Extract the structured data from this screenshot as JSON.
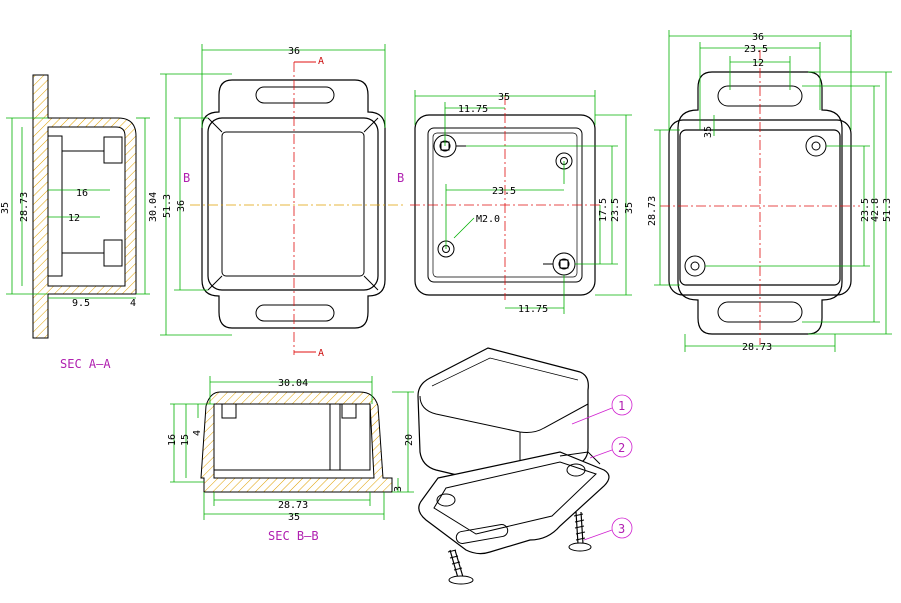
{
  "colors": {
    "outline": "#000000",
    "dimension": "#00b000",
    "centerline": "#e01010",
    "cut_line": "#e0a000",
    "hatch": "#e0a000",
    "label": "#b020b0",
    "callout": "#d020d0"
  },
  "views": {
    "sec_aa": {
      "label": "SEC A—A",
      "dims": {
        "d35": "35",
        "d2873": "28.73",
        "d16": "16",
        "d12": "12",
        "d3004": "30.04",
        "d95": "9.5",
        "d4": "4"
      }
    },
    "top": {
      "dims": {
        "d36w": "36",
        "d513": "51.3",
        "d36h": "36"
      },
      "cut_a_top": "A",
      "cut_a_bottom": "A",
      "cut_b_left": "B",
      "cut_b_right": "B"
    },
    "bottom": {
      "dims": {
        "d35": "35",
        "d1175a": "11.75",
        "d235": "23.5",
        "d175": "17.5",
        "d235v": "23.5",
        "d35v": "35",
        "d1175b": "11.75"
      },
      "screw_note": "M2.0"
    },
    "right": {
      "dims": {
        "d36": "36",
        "d235": "23.5",
        "d12": "12",
        "d35": "35",
        "d2873": "28.73",
        "d235v": "23.5",
        "d428": "42.8",
        "d513": "51.3",
        "d2873b": "28.73"
      }
    },
    "sec_bb": {
      "label": "SEC B—B",
      "dims": {
        "d3004": "30.04",
        "d16": "16",
        "d15": "15",
        "d4": "4",
        "d20": "20",
        "d3": "3",
        "d2873": "28.73",
        "d35": "35"
      }
    },
    "assembly": {
      "callouts": [
        "1",
        "2",
        "3"
      ]
    }
  }
}
